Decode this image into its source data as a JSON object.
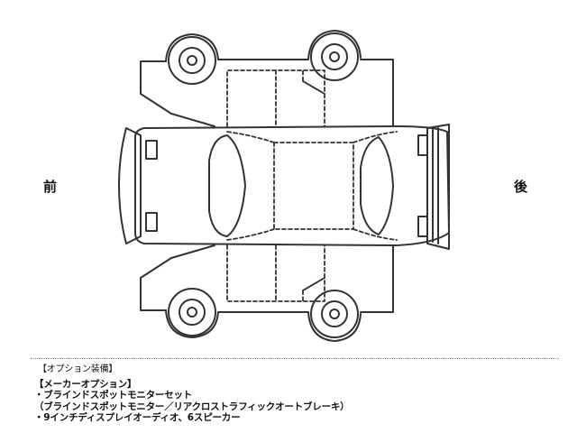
{
  "labels": {
    "front": "前",
    "rear": "後"
  },
  "options": {
    "header": "【オプション装備】",
    "lines": [
      "【メーカーオプション】",
      "・ブラインドスポットモニターセット",
      "（ブラインドスポットモニター／リアクロストラフィックオートブレーキ）",
      "・9インチディスプレイオーディオ、6スピーカー"
    ]
  },
  "colors": {
    "line": "#333333",
    "dash": "#444444",
    "background": "#ffffff"
  }
}
